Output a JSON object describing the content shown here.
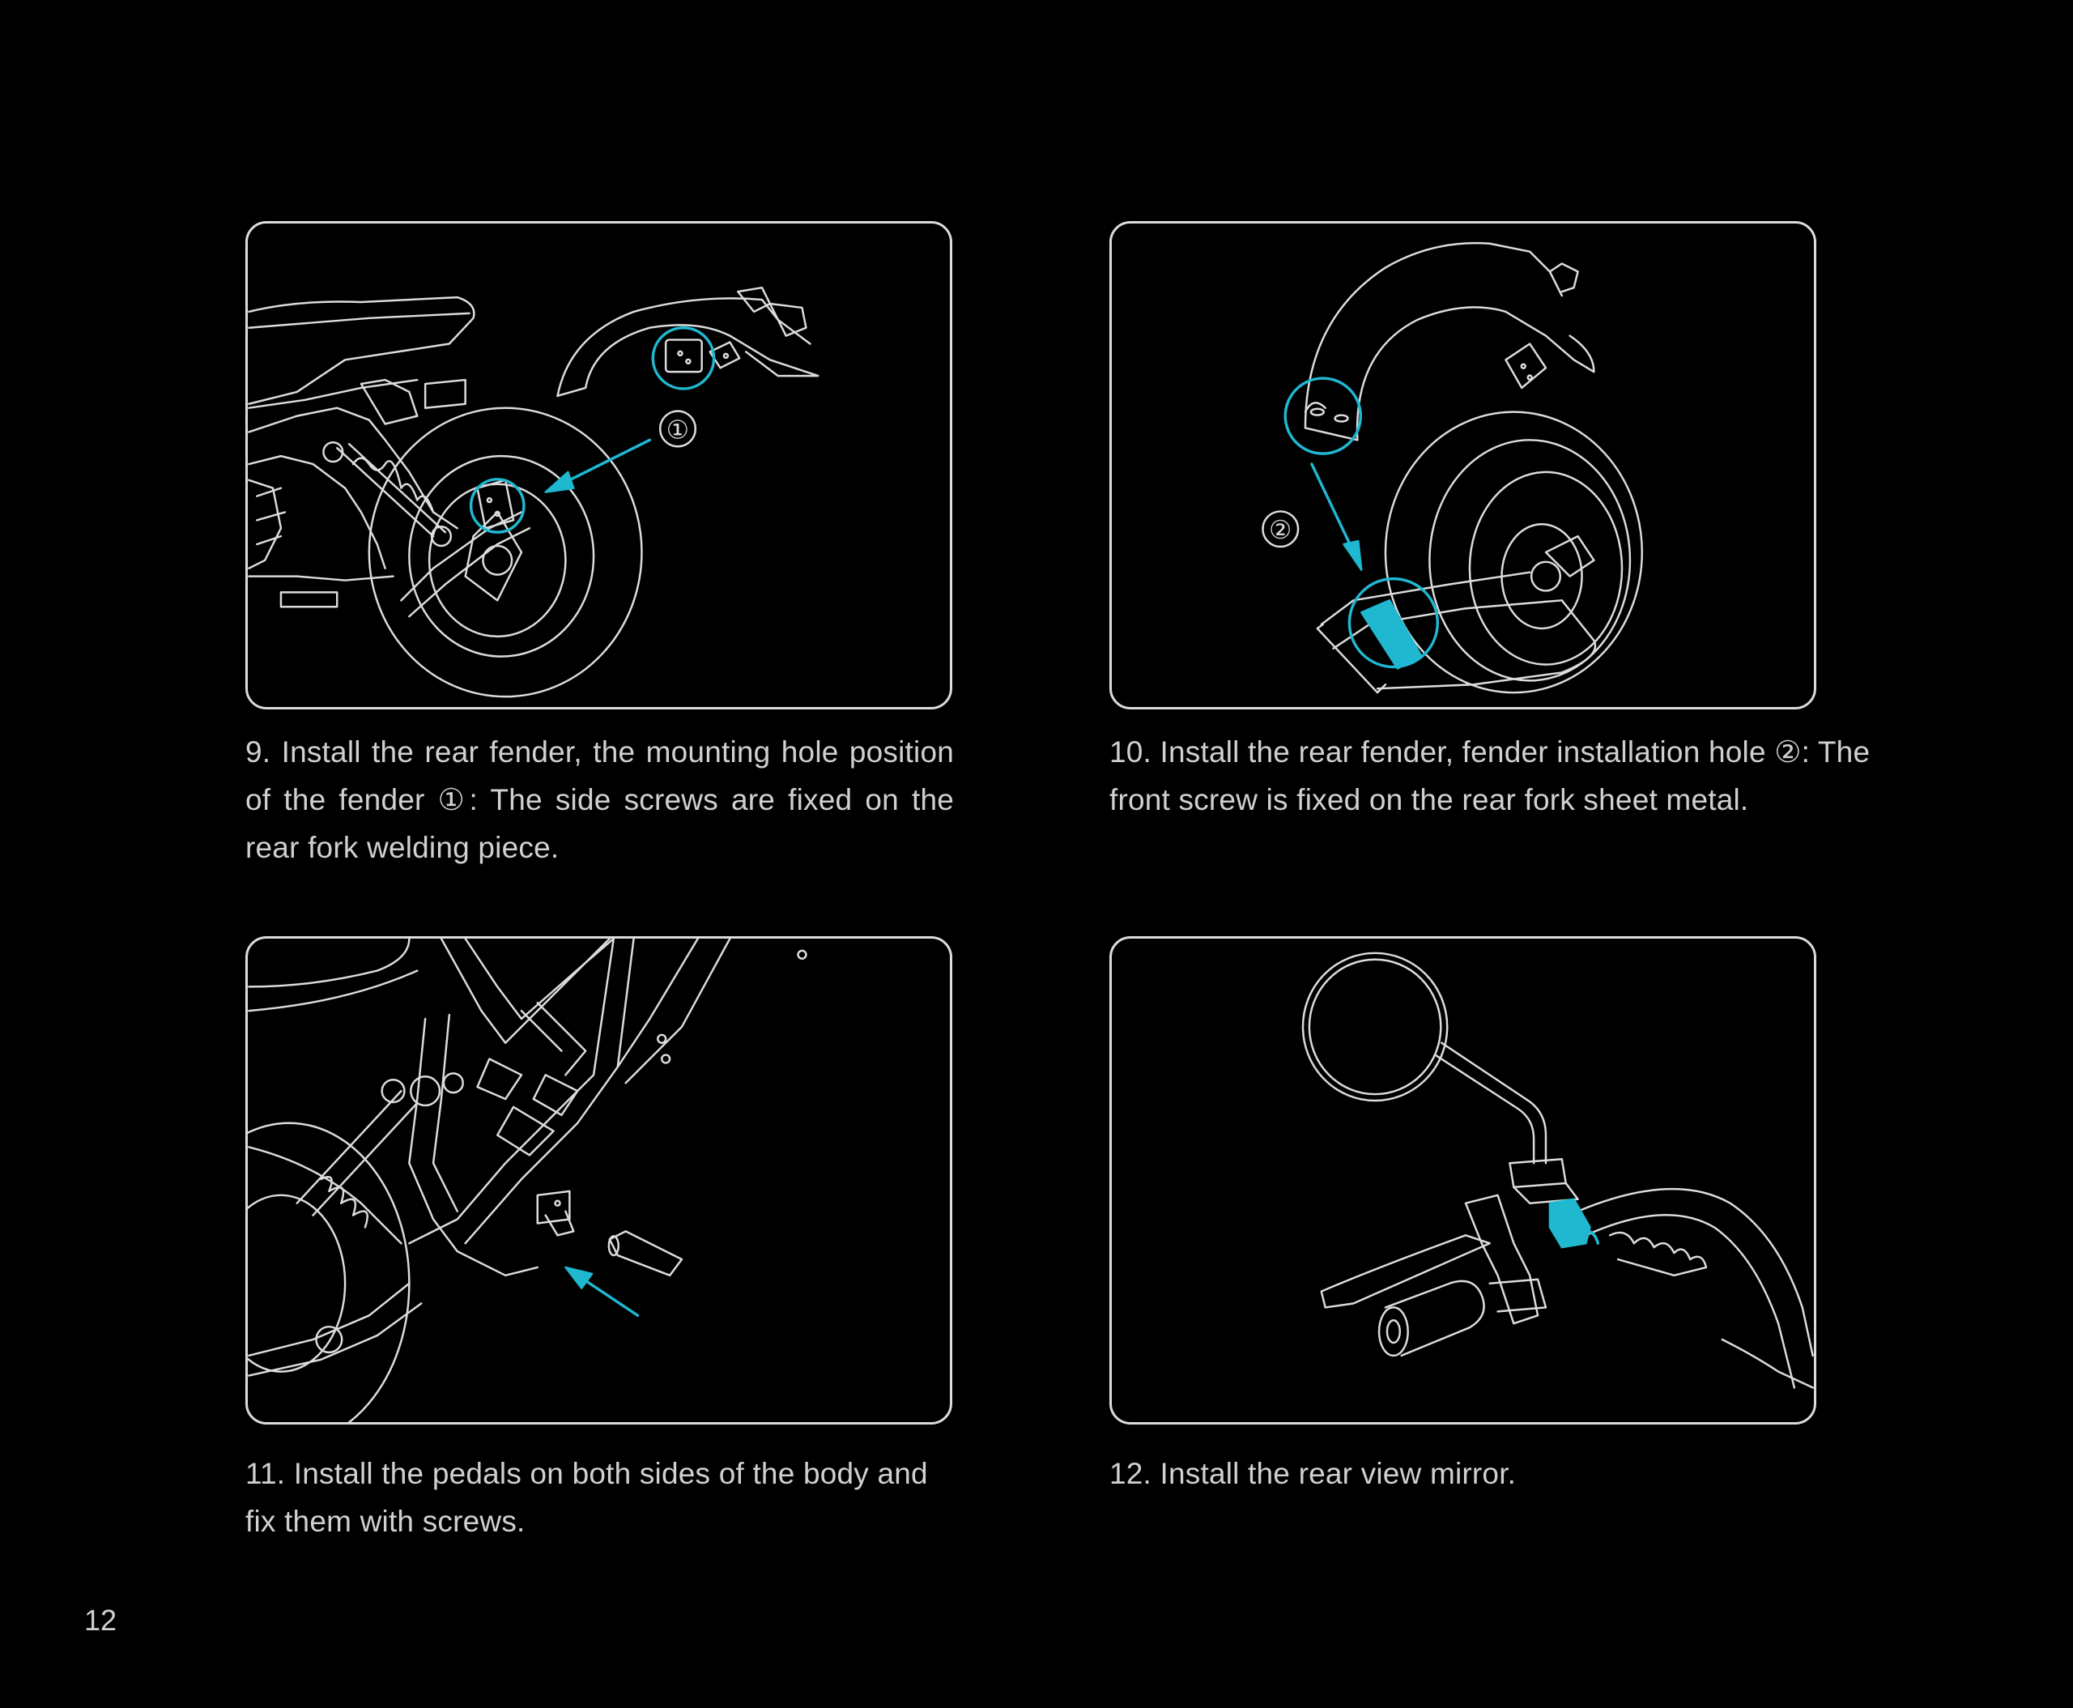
{
  "page_number": "12",
  "colors": {
    "background": "#000000",
    "line": "#dcdcdc",
    "accent": "#1fb8d0"
  },
  "steps": [
    {
      "image": "rear-fender-side-screws",
      "marker": "①",
      "caption": "9. Install the rear fender, the mounting hole position of the fender ①: The side screws are fixed on the rear fork welding piece."
    },
    {
      "image": "rear-fender-front-screw",
      "marker": "②",
      "caption": "10. Install the rear fender, fender installation hole ②: The front screw is fixed on the rear fork sheet metal."
    },
    {
      "image": "pedal-installation",
      "caption": "11. Install the pedals on both sides of the body and fix them with screws."
    },
    {
      "image": "rear-view-mirror",
      "caption": "12. Install the rear view mirror."
    }
  ]
}
